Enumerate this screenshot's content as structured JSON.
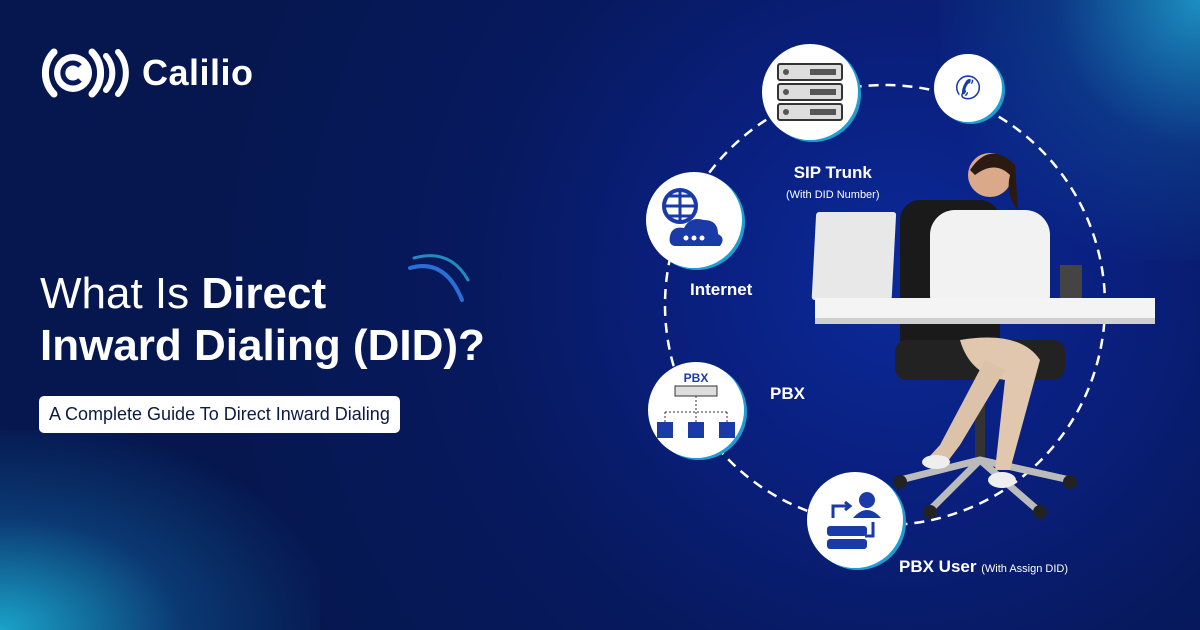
{
  "brand": {
    "name": "Calilio"
  },
  "headline": {
    "part1": "What Is ",
    "part2": "Direct",
    "line2": "Inward Dialing (DID)?"
  },
  "subtitle": "A Complete Guide To Direct Inward Dialing",
  "diagram": {
    "sip_trunk": {
      "label": "SIP Trunk",
      "note": "(With DID Number)"
    },
    "internet": {
      "label": "Internet"
    },
    "pbx": {
      "label": "PBX",
      "icon_text": "PBX"
    },
    "pbx_user": {
      "label": "PBX User",
      "note": "(With Assign DID)"
    },
    "phone": {
      "icon": "phone-icon"
    }
  },
  "colors": {
    "background": "#07195e",
    "accent": "#1c9ed4",
    "icon_blue": "#1a3aa8"
  }
}
